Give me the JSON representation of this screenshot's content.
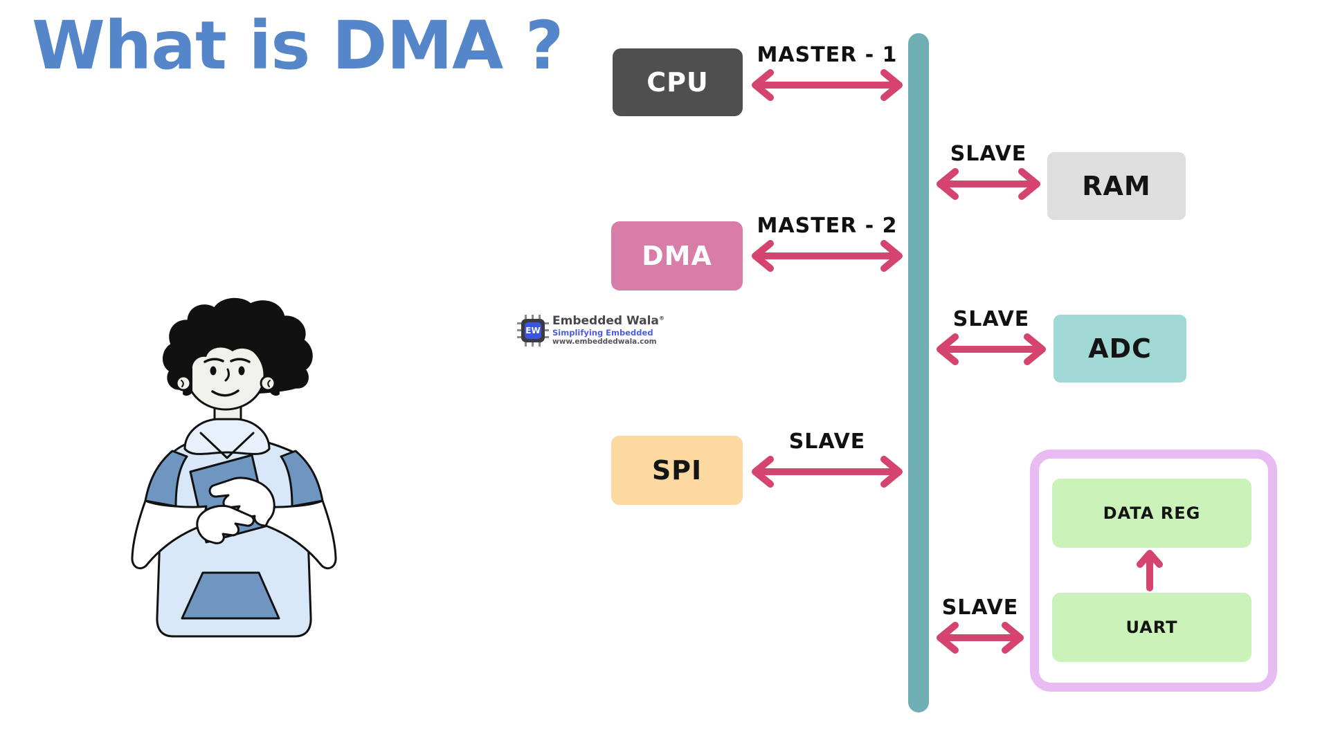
{
  "title": "What is DMA ?",
  "logo": {
    "chip_text": "EW",
    "name": "Embedded Wala",
    "registered_mark": "®",
    "tagline": "Simplifying Embedded",
    "website": "www.embeddedwala.com"
  },
  "blocks": {
    "cpu": "CPU",
    "dma": "DMA",
    "spi": "SPI",
    "ram": "RAM",
    "adc": "ADC",
    "data_reg": "DATA REG",
    "uart": "UART"
  },
  "connections": {
    "cpu": "MASTER - 1",
    "dma": "MASTER - 2",
    "spi": "SLAVE",
    "ram": "SLAVE",
    "adc": "SLAVE",
    "uart": "SLAVE"
  },
  "colors": {
    "title": "#5586CA",
    "arrow": "#D4446E",
    "bus": "#6FAEB2",
    "cpu_bg": "#4F4F4F",
    "dma_bg": "#D87CA8",
    "spi_bg": "#FBD9A0",
    "ram_bg": "#DEDEDE",
    "adc_bg": "#9FD8D5",
    "register_bg": "#CBF2B9",
    "peripheral_border": "#E8BCF3"
  }
}
